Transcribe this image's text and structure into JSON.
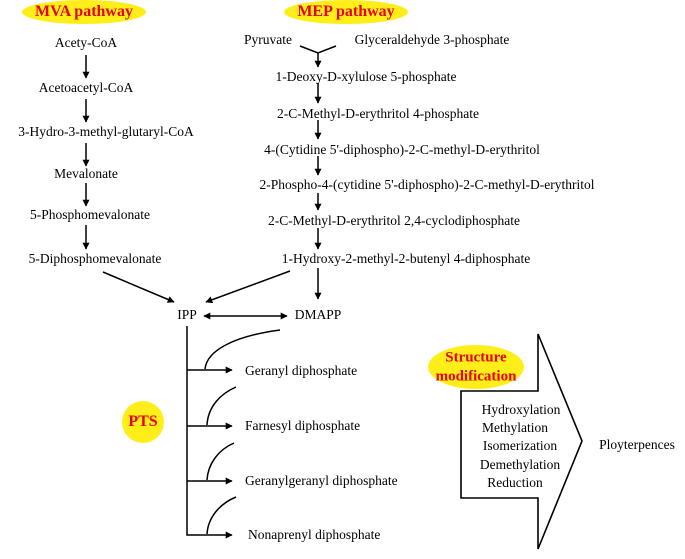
{
  "colors": {
    "badge_fill": "#ffee1a",
    "badge_text": "#e8000b",
    "line": "#000000"
  },
  "badges": {
    "mva": "MVA pathway",
    "mep": "MEP pathway",
    "pts": "PTS",
    "structure_line1": "Structure",
    "structure_line2": "modification"
  },
  "mva": {
    "steps": [
      "Acety-CoA",
      "Acetoacetyl-CoA",
      "3-Hydro-3-methyl-glutaryl-CoA",
      "Mevalonate",
      "5-Phosphomevalonate",
      "5-Diphosphomevalonate"
    ]
  },
  "mep": {
    "inputs": [
      "Pyruvate",
      "Glyceraldehyde 3-phosphate"
    ],
    "steps": [
      "1-Deoxy-D-xylulose 5-phosphate",
      "2-C-Methyl-D-erythritol 4-phosphate",
      "4-(Cytidine 5'-diphospho)-2-C-methyl-D-erythritol",
      "2-Phospho-4-(cytidine 5'-diphospho)-2-C-methyl-D-erythritol",
      "2-C-Methyl-D-erythritol 2,4-cyclodiphosphate",
      "1-Hydroxy-2-methyl-2-butenyl 4-diphosphate"
    ]
  },
  "core": {
    "ipp": "IPP",
    "dmapp": "DMAPP"
  },
  "pts": {
    "products": [
      "Geranyl diphosphate",
      "Farnesyl diphosphate",
      "Geranylgeranyl diphosphate",
      "Nonaprenyl diphosphate"
    ]
  },
  "modification": {
    "items": [
      "Hydroxylation",
      "Methylation",
      "Isomerization",
      "Demethylation",
      "Reduction"
    ],
    "result": "Ployterpences"
  }
}
